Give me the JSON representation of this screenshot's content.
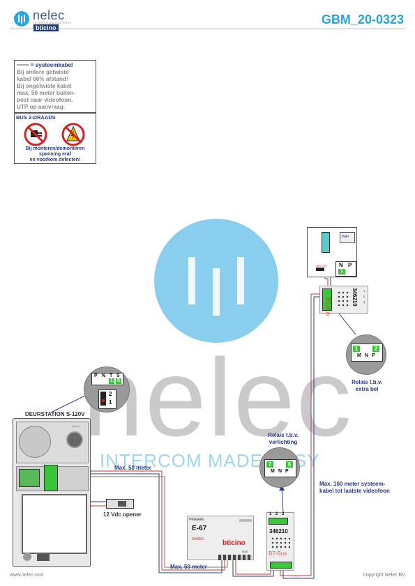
{
  "header": {
    "brand_name": "nelec",
    "brand_tagline": "INTERCOM MADE EASY",
    "brand_partner": "bticino",
    "document_id": "GBM_20-0323"
  },
  "info_box": {
    "legend_symbol": "═══",
    "title": "= systeemkabel",
    "lines": [
      "Bij andere getwiste",
      "kabel 66% afstand!",
      "Bij ongetwiste kabel",
      "max. 50 meter buiten-",
      "post naar videofoon.",
      "UTP op aanvraag."
    ]
  },
  "bus_box": {
    "title": "BUS 2-DRAADS",
    "warning_lines": [
      "Bij monteren/demonteren",
      "spanning eraf",
      "en voorkom defecten!"
    ]
  },
  "watermark": {
    "word": "nelec",
    "subtitle": "INTERCOM MADE EASY"
  },
  "components": {
    "door_station": {
      "label": "DEURSTATION S-120V",
      "brand": "bticino",
      "terminals_top": [
        "P",
        "N",
        "T",
        "S"
      ],
      "terminal_marks": [
        "1",
        "0"
      ],
      "switch_positions": [
        "2",
        "1"
      ]
    },
    "power_supply": {
      "brand_top": "PRIMAIR",
      "model": "E-67",
      "code": "346050",
      "brand": "bticino",
      "output_label": "BUS"
    },
    "relay_lighting": {
      "code": "346210",
      "terminals": [
        "1",
        "2",
        "3"
      ],
      "bus_label": "BT-Bus",
      "zoom_terminals": [
        "7",
        "6"
      ],
      "zoom_letters": [
        "M",
        "N",
        "P"
      ]
    },
    "relay_bell": {
      "code": "346210",
      "terminals": [
        "1",
        "2",
        "3"
      ],
      "bus_label": "BT-Bus",
      "zoom_terminals": [
        "1",
        "2"
      ],
      "zoom_letters": [
        "M",
        "N",
        "P"
      ]
    },
    "videophone": {
      "wifi_label": "WiFi",
      "switch_label": "OFF ON",
      "terminals": [
        "N",
        "P"
      ],
      "terminal_mark": "1"
    },
    "opener": {
      "label": "12 Vdc opener"
    }
  },
  "labels": {
    "relay_lighting": [
      "Relais t.b.v.",
      "verlichting"
    ],
    "relay_bell": [
      "Relais t.b.v.",
      "extra bel"
    ],
    "max_50_top": "Max. 50 meter",
    "max_50_bottom": "Max. 50 meter",
    "max_100": [
      "Max. 100 meter systeem-",
      "kabel tot laatste videofoon"
    ]
  },
  "footer": {
    "website": "www.nelec.com",
    "copyright": "Copyright Nelec BV"
  },
  "colors": {
    "accent": "#29a3df",
    "label_blue": "#2a3a8a",
    "wire_red": "#c0392b",
    "wire_blue": "#2a3a8a",
    "terminal_green": "#3cc43c",
    "warning_red": "#d22222"
  }
}
